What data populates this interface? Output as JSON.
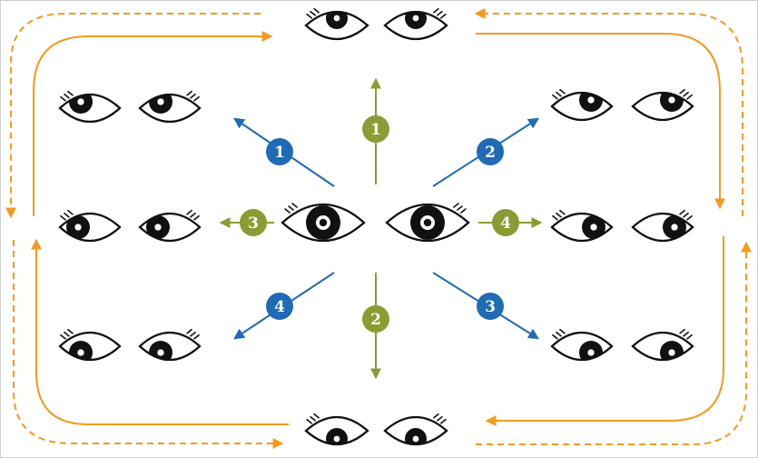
{
  "colors": {
    "orange": "#f19b1f",
    "blue": "#1f6bb5",
    "green": "#8a9c33",
    "ink": "#111111",
    "frame": "#cfcfcf"
  },
  "badges": {
    "blue_up_left": "1",
    "blue_up_right": "2",
    "blue_down_right": "3",
    "blue_down_left": "4",
    "green_up": "1",
    "green_down": "2",
    "green_left": "3",
    "green_right": "4"
  },
  "gaze_directions": [
    "up",
    "up-left",
    "up-right",
    "left",
    "right",
    "down-left",
    "down-right",
    "down"
  ]
}
